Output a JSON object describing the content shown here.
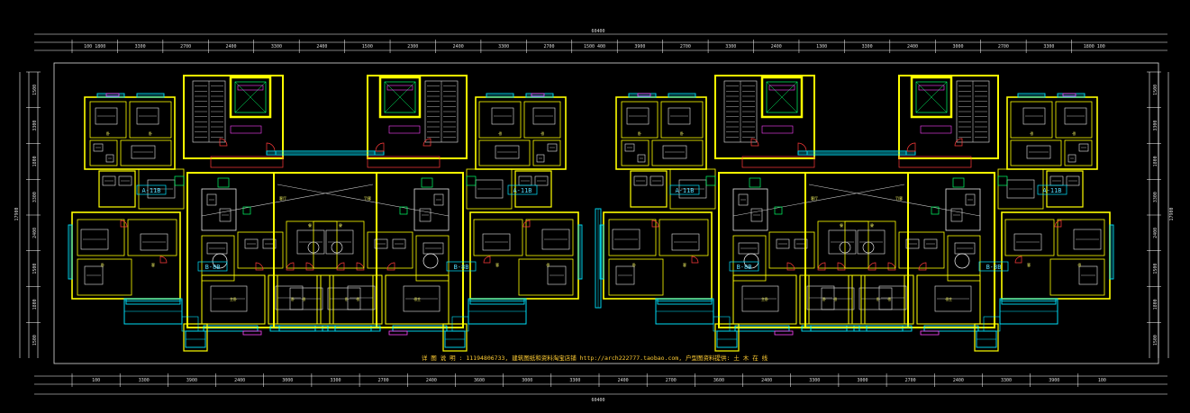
{
  "drawing": {
    "overall_dim_top": "60400",
    "overall_dim_bottom": "60400",
    "side_dim_left": "17900",
    "side_dim_right": "17900",
    "unit_labels": [
      "A-11B",
      "B-8B",
      "B-8B",
      "A-11B",
      "A-11B",
      "B-8B",
      "B-8B",
      "A-11B"
    ],
    "footer_note": "详 图 说 明 : 11194806733, 建筑图纸和资料淘宝店铺 http://arch222777.taobao.com, 户型图资料提供: 土 木 在 线",
    "top_dims": [
      "100 1800",
      "3300",
      "2700",
      "2400",
      "3300",
      "2400",
      "1500",
      "2300",
      "2400",
      "3300",
      "2700",
      "1500 400",
      "3900",
      "2700",
      "3300",
      "2400",
      "1300",
      "3300",
      "2400",
      "3000",
      "2700",
      "3300",
      "1800 100"
    ],
    "bottom_dims": [
      "100",
      "3300",
      "3900",
      "2400",
      "3000",
      "3300",
      "2700",
      "2400",
      "3600",
      "3000",
      "3300",
      "2400",
      "2700",
      "3600",
      "2400",
      "3300",
      "3000",
      "2700",
      "2400",
      "3300",
      "3900",
      "100"
    ],
    "side_dims": [
      "1500",
      "3300",
      "1800",
      "3300",
      "2400",
      "1500",
      "1800",
      "1500"
    ]
  },
  "colors": {
    "wall": "#ffff00",
    "window": "#00e5ff",
    "dimension": "#ffffff",
    "furniture": "#e6e6e6",
    "door": "#ff3b3b",
    "fixture": "#00ff66",
    "accent": "#ff44ff"
  }
}
